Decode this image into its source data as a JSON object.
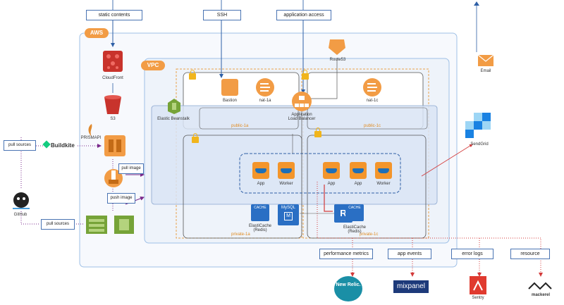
{
  "top_labels": {
    "static_contents": "static contents",
    "ssh": "SSH",
    "application_access": "application access"
  },
  "containers": {
    "aws": "AWS",
    "vpc": "VPC",
    "public_1a": "public-1a",
    "public_1c": "public-1c",
    "private_1a": "private-1a",
    "private_1c": "private-1c"
  },
  "nodes": {
    "cloudfront": "CloudFront",
    "s3": "S3",
    "prismapi": "PRISMAPI",
    "elastic_beanstalk": "Elastic Beanstalk",
    "bastion": "Bastion",
    "nat_1a": "nat-1a",
    "nat_1c": "nat-1c",
    "route53": "Route53",
    "alb": "Application\nLoad Balancer",
    "app": "App",
    "worker": "Worker",
    "elasticache_1a": "ElastiCache\n(Redis)",
    "elasticache_1c": "ElastiCache\n(Redis)",
    "cache_badge": "CACHE",
    "mysql_badge": "MySQL",
    "email": "Email",
    "sendgrid": "SendGrid",
    "github": "GitHub",
    "buildkite": "Buildkite"
  },
  "flow_labels": {
    "pull_sources_1": "pull sources",
    "pull_sources_2": "pull sources",
    "pull_image": "pull image",
    "push_image": "push image",
    "performance_metrics": "performance metrics",
    "app_events": "app events",
    "error_logs": "error logs",
    "resource": "resource"
  },
  "external_services": {
    "newrelic": "New Relic.",
    "mixpanel": "mixpanel",
    "sentry": "Sentry",
    "mackerel": "mackerel"
  },
  "colors": {
    "aws_orange": "#f29c45",
    "vpc_border": "#9fc0e6",
    "eb_blue": "#cfdcf2",
    "subnet_dash": "#e8a04a",
    "arrow_blue": "#2e5fa6",
    "dotted_purple": "#7a2a8c",
    "dotted_red": "#d33a3a"
  }
}
